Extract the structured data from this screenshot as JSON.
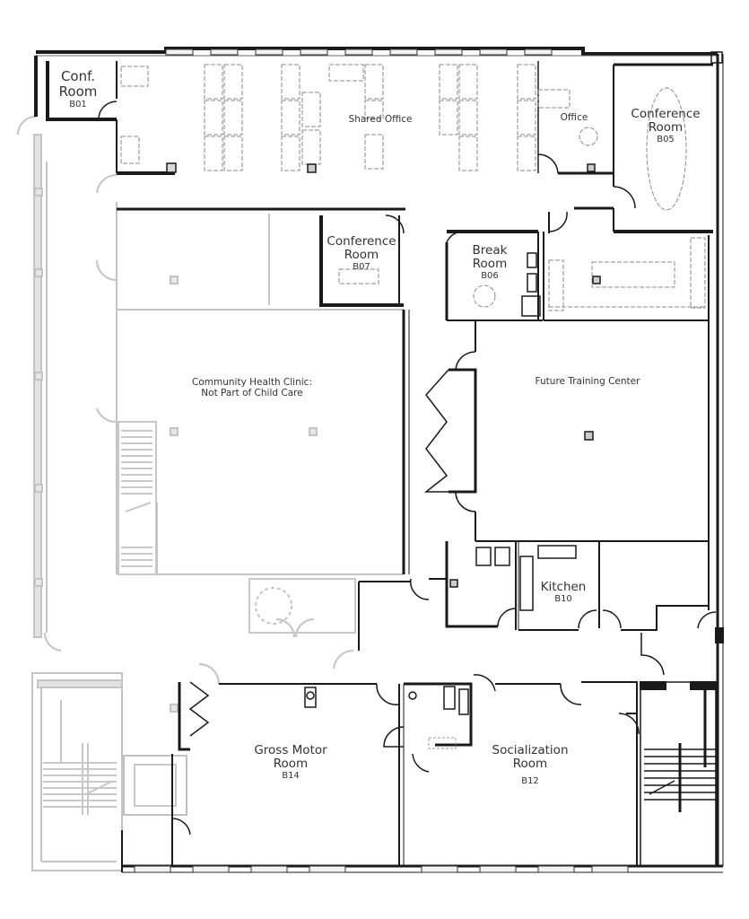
{
  "floor_plan": {
    "colors": {
      "wall": "#1a1a1a",
      "light_wall": "#bdbdbd",
      "text": "#333333",
      "furniture": "#8a8a8a",
      "background": "#ffffff"
    },
    "rooms": {
      "b01": {
        "name_line1": "Conf.",
        "name_line2": "Room",
        "code": "B01"
      },
      "shared_office": {
        "name": "Shared Office"
      },
      "office": {
        "name": "Office"
      },
      "b05": {
        "name_line1": "Conference",
        "name_line2": "Room",
        "code": "B05"
      },
      "b07": {
        "name_line1": "Conference",
        "name_line2": "Room",
        "code": "B07"
      },
      "b06": {
        "name_line1": "Break",
        "name_line2": "Room",
        "code": "B06"
      },
      "clinic": {
        "name_line1": "Community Health Clinic:",
        "name_line2": "Not Part of Child Care"
      },
      "training": {
        "name": "Future Training Center"
      },
      "b10": {
        "name": "Kitchen",
        "code": "B10"
      },
      "b14": {
        "name_line1": "Gross Motor",
        "name_line2": "Room",
        "code": "B14"
      },
      "b12": {
        "name_line1": "Socialization",
        "name_line2": "Room",
        "code": "B12"
      }
    }
  }
}
